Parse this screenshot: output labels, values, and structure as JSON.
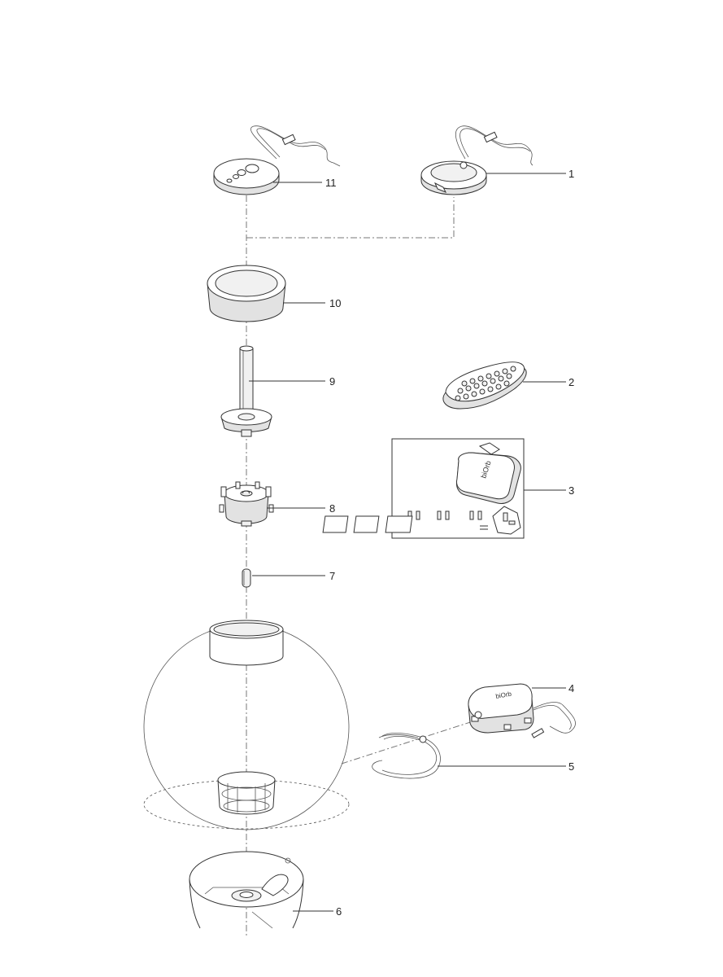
{
  "callouts": [
    {
      "id": "1",
      "label": "1"
    },
    {
      "id": "2",
      "label": "2"
    },
    {
      "id": "3",
      "label": "3"
    },
    {
      "id": "4",
      "label": "4"
    },
    {
      "id": "5",
      "label": "5"
    },
    {
      "id": "6",
      "label": "6"
    },
    {
      "id": "7",
      "label": "7"
    },
    {
      "id": "8",
      "label": "8"
    },
    {
      "id": "9",
      "label": "9"
    },
    {
      "id": "10",
      "label": "10"
    },
    {
      "id": "11",
      "label": "11"
    }
  ],
  "parts": {
    "p1": "led-light-unit-standard",
    "p2": "remote-control",
    "p3": "power-adapter-with-plugs",
    "p4": "air-pump",
    "p5": "air-tube",
    "p6": "base",
    "p7": "airstone",
    "p8": "filter-cartridge",
    "p9": "filter-tube",
    "p10": "lid-ring",
    "p11": "led-light-unit-mcr"
  },
  "adapter_logo_text": "biOrb",
  "pump_logo_text": "biOrb"
}
